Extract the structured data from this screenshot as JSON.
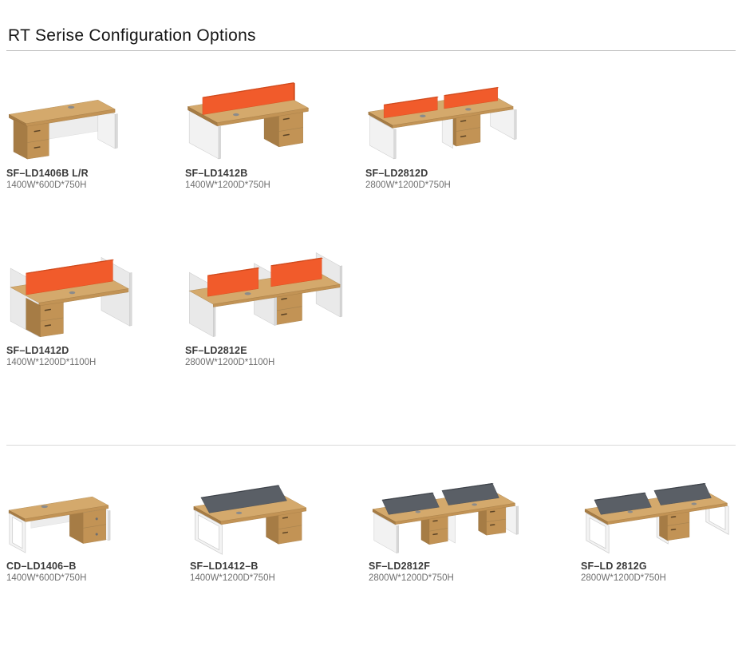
{
  "catalog": {
    "title": "RT Serise Configuration Options",
    "colors": {
      "accent_orange": "#F15B2B",
      "wood": "#D4A96C",
      "panel_gray": "#F2F2F2",
      "screen_dark": "#5A5F66"
    },
    "sections": [
      {
        "products": [
          {
            "code": "SF–LD1406B L/R",
            "dims": "1400W*600D*750H"
          },
          {
            "code": "SF–LD1412B",
            "dims": "1400W*1200D*750H"
          },
          {
            "code": "SF–LD2812D",
            "dims": "2800W*1200D*750H"
          }
        ]
      },
      {
        "products": [
          {
            "code": "SF–LD1412D",
            "dims": "1400W*1200D*1100H"
          },
          {
            "code": "SF–LD2812E",
            "dims": "2800W*1200D*1100H"
          }
        ]
      },
      {
        "products": [
          {
            "code": "CD–LD1406–B",
            "dims": "1400W*600D*750H"
          },
          {
            "code": "SF–LD1412–B",
            "dims": "1400W*1200D*750H"
          },
          {
            "code": "SF–LD2812F",
            "dims": "2800W*1200D*750H"
          },
          {
            "code": "SF–LD 2812G",
            "dims": "2800W*1200D*750H"
          }
        ]
      }
    ]
  }
}
